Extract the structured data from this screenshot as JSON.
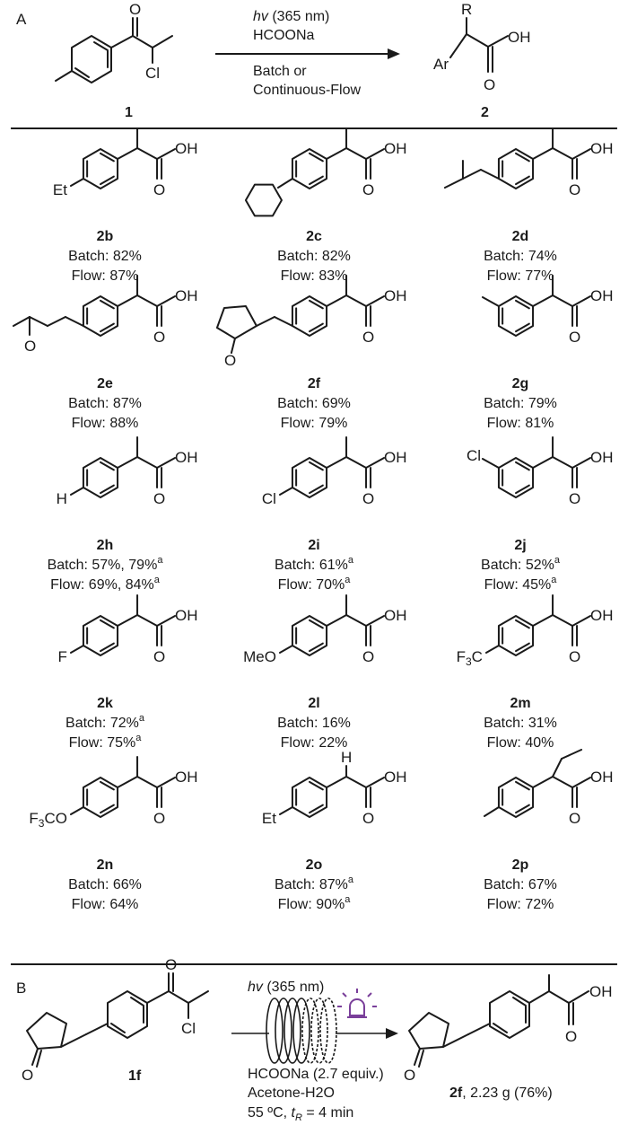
{
  "panel_a": {
    "label": "A",
    "reactant_label": "1",
    "product_label": "2",
    "conditions": {
      "light_italic": "hv",
      "light_rest": " (365 nm)",
      "reagent": "HCOONa",
      "mode_line1": "Batch or",
      "mode_line2": "Continuous-Flow"
    },
    "reactant_atoms": {
      "carbonyl_o": "O",
      "chlorine": "Cl"
    },
    "product_atoms": {
      "r": "R",
      "ar": "Ar",
      "oh": "OH",
      "o": "O"
    }
  },
  "products": [
    {
      "id": "2b",
      "sub": "Et",
      "batch": "Batch: 82%",
      "batch_sup": "",
      "flow": "Flow: 87%",
      "flow_sup": ""
    },
    {
      "id": "2c",
      "sub": "",
      "batch": "Batch: 82%",
      "batch_sup": "",
      "flow": "Flow: 83%",
      "flow_sup": ""
    },
    {
      "id": "2d",
      "sub": "",
      "batch": "Batch: 74%",
      "batch_sup": "",
      "flow": "Flow: 77%",
      "flow_sup": ""
    },
    {
      "id": "2e",
      "sub": "O",
      "batch": "Batch: 87%",
      "batch_sup": "",
      "flow": "Flow: 88%",
      "flow_sup": ""
    },
    {
      "id": "2f",
      "sub": "O",
      "batch": "Batch: 69%",
      "batch_sup": "",
      "flow": "Flow: 79%",
      "flow_sup": ""
    },
    {
      "id": "2g",
      "sub": "",
      "batch": "Batch: 79%",
      "batch_sup": "",
      "flow": "Flow: 81%",
      "flow_sup": ""
    },
    {
      "id": "2h",
      "sub": "H",
      "batch": "Batch: 57%, 79%",
      "batch_sup": "a",
      "flow": "Flow: 69%, 84%",
      "flow_sup": "a"
    },
    {
      "id": "2i",
      "sub": "Cl",
      "batch": "Batch: 61%",
      "batch_sup": "a",
      "flow": "Flow: 70%",
      "flow_sup": "a"
    },
    {
      "id": "2j",
      "sub": "Cl",
      "batch": "Batch: 52%",
      "batch_sup": "a",
      "flow": "Flow: 45%",
      "flow_sup": "a"
    },
    {
      "id": "2k",
      "sub": "F",
      "batch": "Batch: 72%",
      "batch_sup": "a",
      "flow": "Flow: 75%",
      "flow_sup": "a"
    },
    {
      "id": "2l",
      "sub": "MeO",
      "batch": "Batch: 16%",
      "batch_sup": "",
      "flow": "Flow: 22%",
      "flow_sup": ""
    },
    {
      "id": "2m",
      "sub": "F3C",
      "batch": "Batch: 31%",
      "batch_sup": "",
      "flow": "Flow: 40%",
      "flow_sup": ""
    },
    {
      "id": "2n",
      "sub": "F3CO",
      "batch": "Batch: 66%",
      "batch_sup": "",
      "flow": "Flow: 64%",
      "flow_sup": ""
    },
    {
      "id": "2o",
      "sub": "Et",
      "batch": "Batch: 87%",
      "batch_sup": "a",
      "flow": "Flow: 90%",
      "flow_sup": "a"
    },
    {
      "id": "2p",
      "sub": "",
      "batch": "Batch: 67%",
      "batch_sup": "",
      "flow": "Flow: 72%",
      "flow_sup": ""
    }
  ],
  "common_atoms": {
    "oh": "OH",
    "o": "O",
    "h": "H"
  },
  "panel_b": {
    "label": "B",
    "reactant_label": "1f",
    "product_label_bold": "2f",
    "product_label_rest": ", 2.23 g (76%)",
    "light_italic": "hv",
    "light_rest": " (365 nm)",
    "reagent": "HCOONa (2.7 equiv.)",
    "solvent": "Acetone-H2O",
    "temp_time_pre": "55 ºC, ",
    "t_italic": "t",
    "t_sub": "R",
    "temp_time_post": " = 4 min",
    "lamp_icon": "lamp-icon",
    "lamp_color": "#7a3f9a"
  }
}
